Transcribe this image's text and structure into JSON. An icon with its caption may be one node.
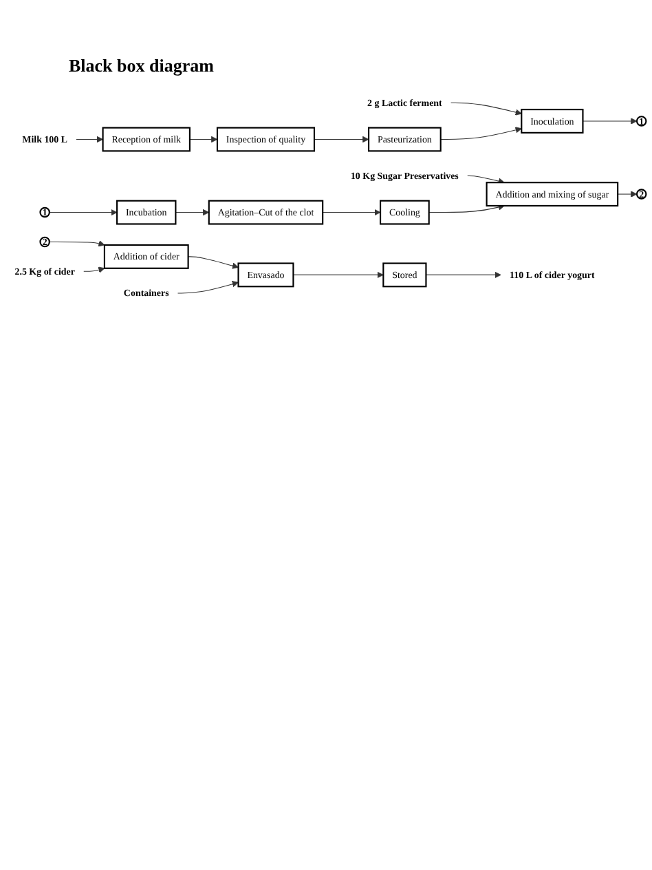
{
  "diagram": {
    "title": "Black box diagram",
    "nodes": [
      {
        "text": [
          "2 g Lactic ferment"
        ]
      },
      {
        "text": [
          "Milk 100 L"
        ]
      },
      {
        "text": [
          "Reception of milk"
        ]
      },
      {
        "text": [
          "Inspection of quality"
        ]
      },
      {
        "text": [
          "Pasteurization"
        ]
      },
      {
        "text": [
          "Inoculation"
        ]
      },
      {
        "text": [
          "1"
        ]
      },
      {
        "text": [
          "10 Kg Sugar Preservatives"
        ]
      },
      {
        "text": [
          "1"
        ]
      },
      {
        "text": [
          "Incubation"
        ]
      },
      {
        "text": [
          "Agitation–Cut of the clot"
        ]
      },
      {
        "text": [
          "Cooling"
        ]
      },
      {
        "text": [
          "Addition and mixing of sugar"
        ]
      },
      {
        "text": [
          "2"
        ]
      },
      {
        "text": [
          "2.5 Kg of cider"
        ]
      },
      {
        "text": [
          "Containers"
        ]
      },
      {
        "text": [
          "2"
        ]
      },
      {
        "text": [
          "Addition of cider"
        ]
      },
      {
        "text": [
          "Envasado"
        ]
      },
      {
        "text": [
          "Stored"
        ]
      },
      {
        "text": [
          "110 L of cider yogurt"
        ]
      }
    ],
    "edges": [
      {
        "from": 1,
        "to": 2,
        "arrow": "to"
      },
      {
        "from": 2,
        "to": 3,
        "arrow": "to"
      },
      {
        "from": 3,
        "to": 4,
        "arrow": "to"
      },
      {
        "from": 0,
        "to": 5,
        "arrow": "to"
      },
      {
        "from": 4,
        "to": 5,
        "arrow": "to"
      },
      {
        "from": 5,
        "to": 6,
        "arrow": "to"
      },
      {
        "from": 8,
        "to": 9,
        "arrow": "to"
      },
      {
        "from": 9,
        "to": 10,
        "arrow": "to"
      },
      {
        "from": 10,
        "to": 11,
        "arrow": "to"
      },
      {
        "from": 7,
        "to": 12,
        "arrow": "to"
      },
      {
        "from": 11,
        "to": 12,
        "arrow": "to"
      },
      {
        "from": 12,
        "to": 13,
        "arrow": "to"
      },
      {
        "from": 16,
        "to": 17,
        "arrow": "to"
      },
      {
        "from": 14,
        "to": 17,
        "arrow": "to"
      },
      {
        "from": 17,
        "to": 18,
        "arrow": "to"
      },
      {
        "from": 15,
        "to": 18,
        "arrow": "to"
      },
      {
        "from": 18,
        "to": 19,
        "arrow": "to"
      },
      {
        "from": 19,
        "to": 20,
        "arrow": "to"
      }
    ]
  }
}
